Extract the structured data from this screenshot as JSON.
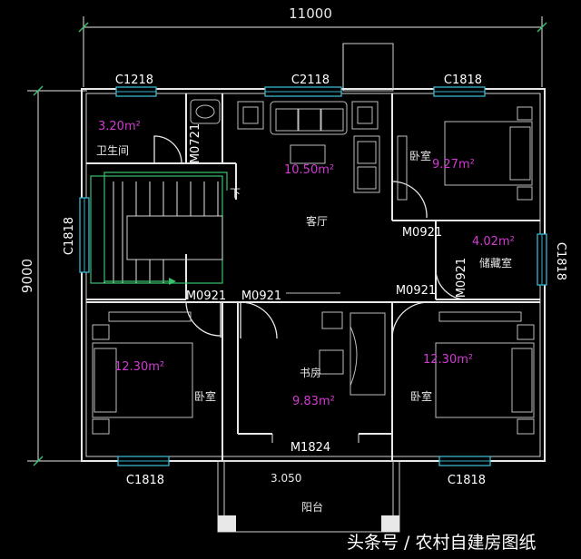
{
  "dimensions": {
    "top": "11000",
    "left": "9000"
  },
  "windows": {
    "c1218_top": "C1218",
    "c2118": "C2118",
    "c1818_top": "C1818",
    "c1818_left": "C1818",
    "c1818_right": "C1818",
    "c1818_bottom_left": "C1818",
    "c1818_bottom_right": "C1818"
  },
  "doors": {
    "m0721": "M0721",
    "m0921_right_upper": "M0921",
    "m0921_storage": "M0921",
    "m0921_left": "M0921",
    "m0921_mid": "M0921",
    "m0921_right_lower": "M0921",
    "m1824": "M1824"
  },
  "rooms": {
    "bathroom": {
      "area": "3.20m²",
      "name": "卫生间"
    },
    "living": {
      "area": "10.50m²",
      "name": "客厅"
    },
    "bedroom_ne": {
      "area": "9.27m²",
      "name": "卧室"
    },
    "storage": {
      "area": "4.02m²",
      "name": "储藏室"
    },
    "bedroom_sw": {
      "area": "12.30m²",
      "name": "卧室"
    },
    "study": {
      "area": "9.83m²",
      "name": "书房"
    },
    "bedroom_se": {
      "area": "12.30m²",
      "name": "卧室"
    },
    "balcony": {
      "dimension": "3.050",
      "name": "阳台"
    }
  },
  "stairs": {
    "down_label": "下"
  },
  "watermark": "头条号 / 农村自建房图纸"
}
